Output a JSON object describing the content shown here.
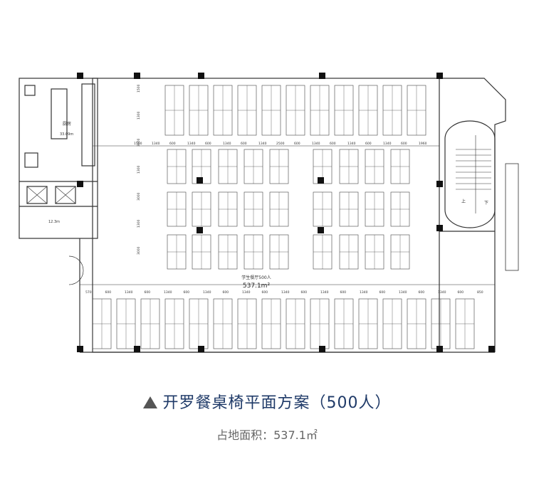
{
  "plan": {
    "area_label": "537.1m²",
    "hall_note": "学生餐厅500人",
    "kitchen_label": "厨房",
    "kitchen_area": "33.09m",
    "storage_area": "12.3m",
    "stair_labels": [
      "上",
      "下"
    ],
    "dims_top": [
      "1500",
      "1340",
      "600",
      "1340",
      "600",
      "1340",
      "600",
      "1340",
      "2500",
      "600",
      "1340",
      "600",
      "1340",
      "600",
      "1340",
      "600",
      "1960"
    ],
    "dims_bottom": [
      "570",
      "600",
      "1340",
      "600",
      "1340",
      "600",
      "1340",
      "600",
      "1340",
      "600",
      "1340",
      "600",
      "1340",
      "600",
      "1340",
      "600",
      "1340",
      "600",
      "1340",
      "600",
      "850"
    ],
    "dims_left": [
      "1500",
      "1300",
      "3000",
      "1300",
      "3000",
      "1300",
      "3000"
    ]
  },
  "caption": {
    "title": "开罗餐桌椅平面方案（500人）",
    "subtitle": "占地面积：537.1㎡"
  },
  "colors": {
    "title": "#1f3a68",
    "subtitle": "#666666",
    "line": "#333333",
    "column": "#111111"
  }
}
